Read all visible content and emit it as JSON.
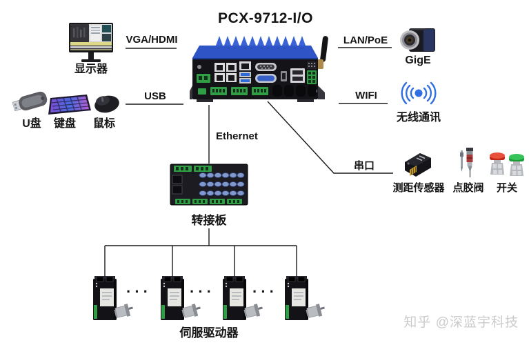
{
  "title": "PCX-9712-I/O",
  "connections": {
    "vga_hdmi": "VGA/HDMI",
    "usb": "USB",
    "lan_poe": "LAN/PoE",
    "wifi": "WIFI",
    "ethernet": "Ethernet",
    "serial": "串口"
  },
  "nodes": {
    "monitor": "显示器",
    "usb_drive": "U盘",
    "keyboard": "键盘",
    "mouse": "鼠标",
    "gige_camera": "GigE",
    "wireless_comm": "无线通讯",
    "distance_sensor": "测距传感器",
    "dispense_valve": "点胶阀",
    "switch": "开关",
    "adapter_board": "转接板",
    "servo_driver": "伺服驱动器",
    "repeat_dots": "···"
  },
  "watermark": "知乎 @深蓝宇科技",
  "colors": {
    "device_blue": "#2e54c6",
    "terminal_green": "#2f9e44",
    "wifi_blue": "#2f6fe0",
    "button_red": "#d82f1f",
    "button_green": "#27b043",
    "line": "#1a1a1a",
    "watermark_gray": "#cbcbcb"
  }
}
